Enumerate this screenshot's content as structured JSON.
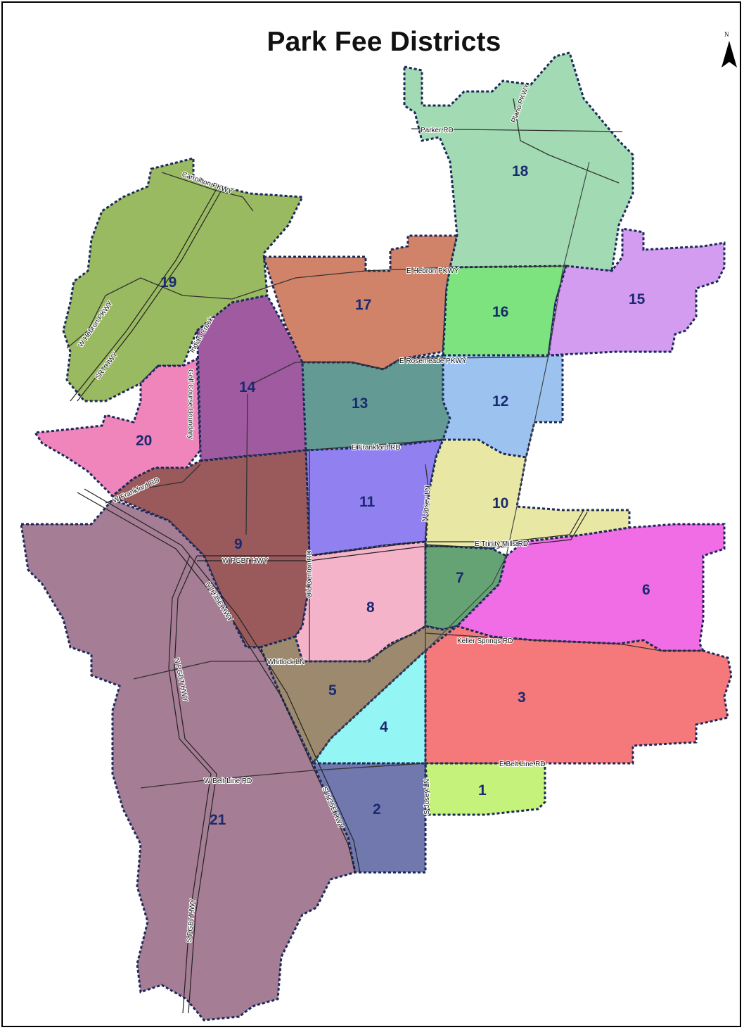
{
  "map": {
    "title": "Park Fee Districts",
    "north_label": "N",
    "districts": [
      {
        "id": "1",
        "label": "1",
        "color": "#c5f27a"
      },
      {
        "id": "2",
        "label": "2",
        "color": "#7078ad"
      },
      {
        "id": "3",
        "label": "3",
        "color": "#f5787b"
      },
      {
        "id": "4",
        "label": "4",
        "color": "#94f5f5"
      },
      {
        "id": "5",
        "label": "5",
        "color": "#9d8a6e"
      },
      {
        "id": "6",
        "label": "6",
        "color": "#f06de6"
      },
      {
        "id": "7",
        "label": "7",
        "color": "#66a374"
      },
      {
        "id": "8",
        "label": "8",
        "color": "#f5b3c9"
      },
      {
        "id": "9",
        "label": "9",
        "color": "#9a5a5c"
      },
      {
        "id": "10",
        "label": "10",
        "color": "#e8e8a4"
      },
      {
        "id": "11",
        "label": "11",
        "color": "#9180f0"
      },
      {
        "id": "12",
        "label": "12",
        "color": "#9cc3f0"
      },
      {
        "id": "13",
        "label": "13",
        "color": "#639a94"
      },
      {
        "id": "14",
        "label": "14",
        "color": "#a05aa0"
      },
      {
        "id": "15",
        "label": "15",
        "color": "#d49cf0"
      },
      {
        "id": "16",
        "label": "16",
        "color": "#7ce37f"
      },
      {
        "id": "17",
        "label": "17",
        "color": "#d1836a"
      },
      {
        "id": "18",
        "label": "18",
        "color": "#a2dbb3"
      },
      {
        "id": "19",
        "label": "19",
        "color": "#9aba61"
      },
      {
        "id": "20",
        "label": "20",
        "color": "#f085bb"
      },
      {
        "id": "21",
        "label": "21",
        "color": "#a57d94"
      }
    ],
    "roads": {
      "parker": "Parker RD",
      "plano": "Plano PKWY",
      "carrollton": "Carrollton PKWY",
      "hebron_e": "E Hebron PKWY",
      "hebron_w": "W Hebron PKWY",
      "srt": "SRT HWY",
      "indian_creek": "Indian Creek",
      "golf": "Golf Course Boundary",
      "rosemeade": "E Rosemeade PKWY",
      "frankford_e": "E Frankford RD",
      "frankford_w": "W Frankford RD",
      "josey_n": "N Josey LN",
      "trinity": "E Trinity Mills RD",
      "pgbt_w": "W PGBT HWY",
      "old_denton": "Old Denton RD",
      "ih35e_n": "N IH35E HWY",
      "keller": "Keller Springs RD",
      "whitlock": "Whitlock LN",
      "pgbt_n": "N PGBT HWY",
      "belt_e": "E Belt Line RD",
      "belt_w": "W Belt Line RD",
      "ih35e_s": "S IH35E HWY",
      "josey_s": "S Josey LN",
      "pgbt_s": "S PGBT HWY"
    }
  }
}
